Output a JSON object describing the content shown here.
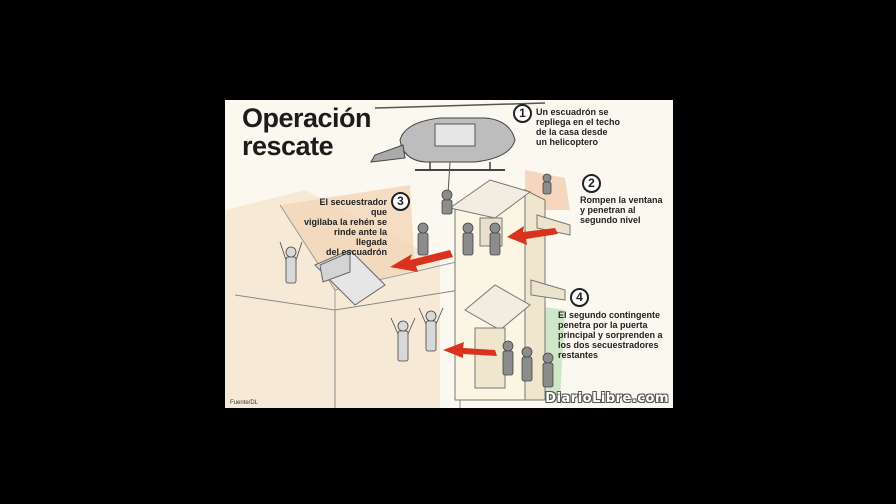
{
  "title": {
    "line1": "Operación",
    "line2": "rescate"
  },
  "steps": [
    {
      "number": "1",
      "lines": [
        "Un escuadrón se",
        "repliega en el techo",
        "de la casa desde",
        "un helicoptero"
      ]
    },
    {
      "number": "2",
      "lines": [
        "Rompen la ventana",
        "y penetran al",
        "segundo nivel"
      ]
    },
    {
      "number": "3",
      "lines": [
        "El secuestrador que",
        "vigilaba la rehén se",
        "rinde ante la llegada",
        "del escuadrón"
      ]
    },
    {
      "number": "4",
      "lines": [
        "El segundo contingente",
        "penetra por la puerta",
        "principal y sorprenden a",
        "los dos secuestradores",
        "restantes"
      ]
    }
  ],
  "source": "Fuente/DL",
  "watermark": "DiarioLibre.com",
  "colors": {
    "arrow": "#d9331f",
    "floor_tint": "#f3d6b8",
    "wall": "#fbf5e3",
    "outline": "#777777"
  }
}
